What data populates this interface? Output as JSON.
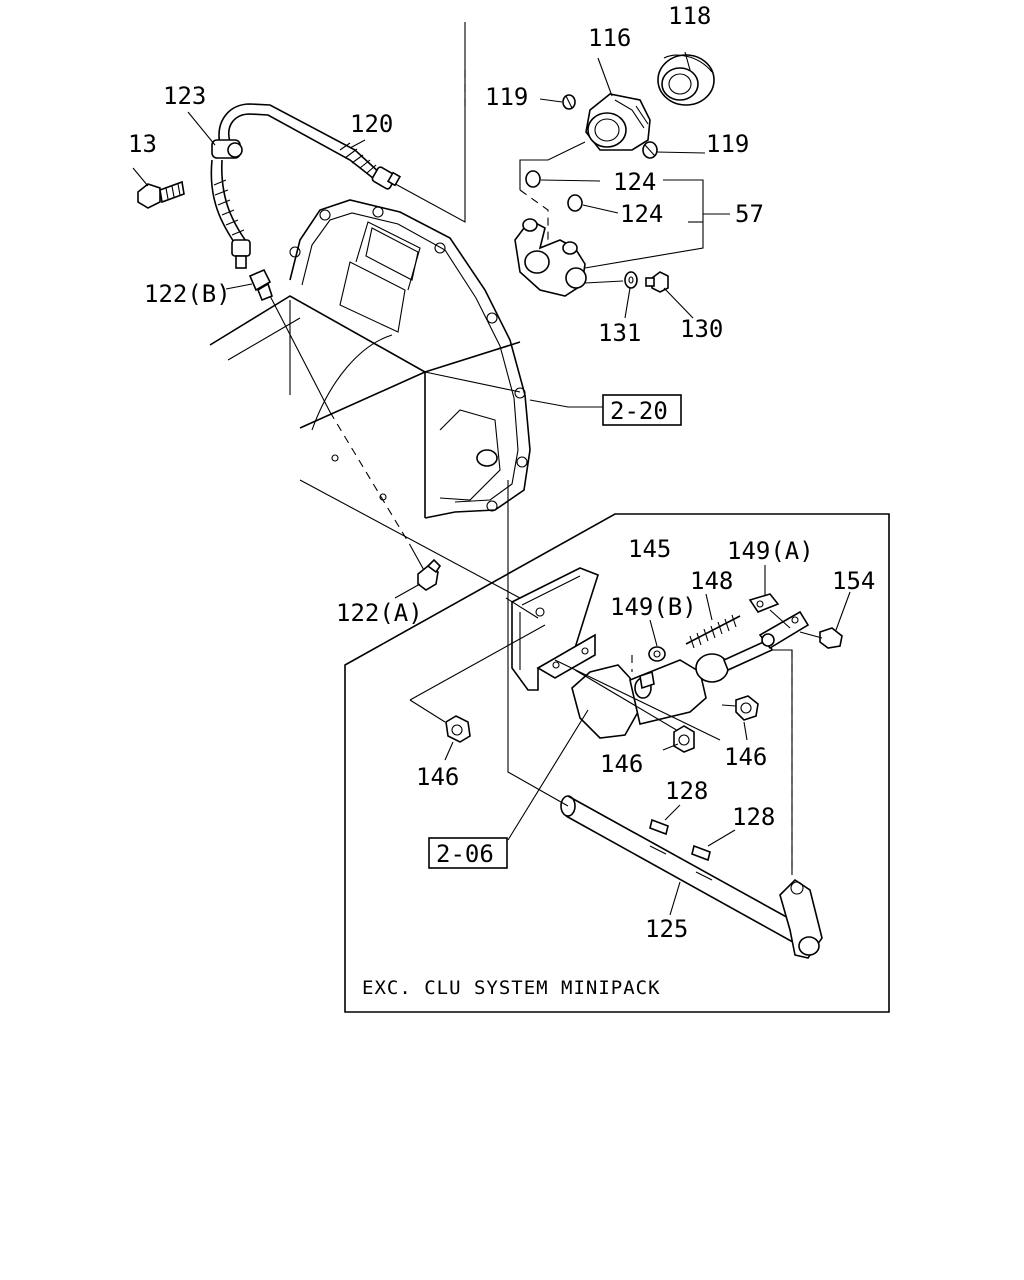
{
  "diagram": {
    "callouts": {
      "p118": "118",
      "p116": "116",
      "p119a": "119",
      "p119b": "119",
      "p123": "123",
      "p120": "120",
      "p13": "13",
      "p124a": "124",
      "p124b": "124",
      "p57": "57",
      "p122b": "122(B)",
      "p131": "131",
      "p130": "130",
      "p122a": "122(A)",
      "p145": "145",
      "p149a": "149(A)",
      "p148": "148",
      "p154": "154",
      "p149b": "149(B)",
      "p146a": "146",
      "p146b": "146",
      "p146c": "146",
      "p128a": "128",
      "p128b": "128",
      "p125": "125"
    },
    "references": {
      "r220": "2-20",
      "r206": "2-06"
    },
    "inset_note": "EXC. CLU SYSTEM MINIPACK"
  }
}
